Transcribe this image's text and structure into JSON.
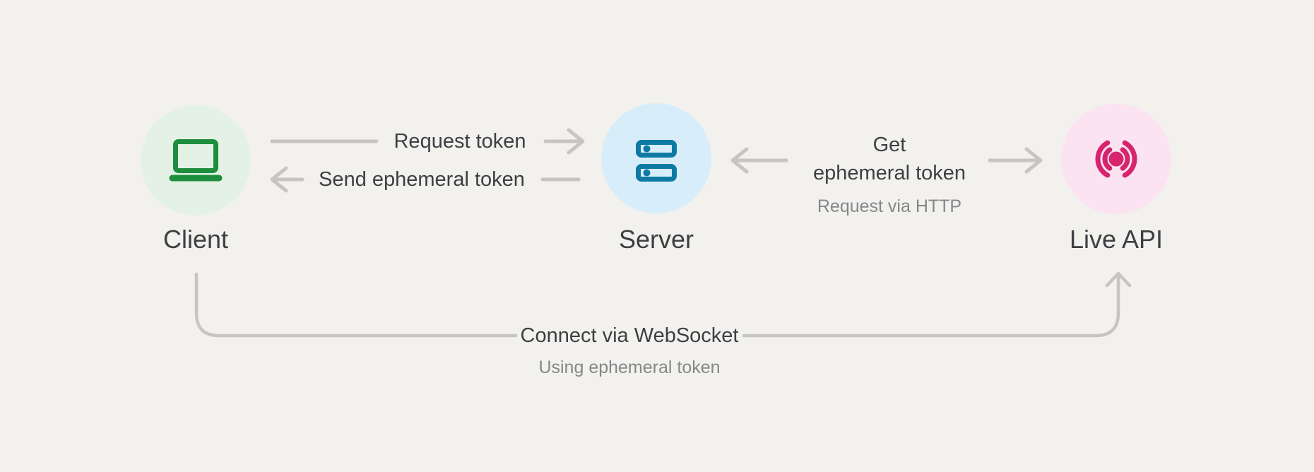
{
  "colors": {
    "background": "#f2f1ee",
    "line_gray": "#c6c5c2",
    "text_dark": "#3c4043",
    "text_gray": "#85878a",
    "client_circle_bg": "#e4f2e5",
    "client_icon": "#1e8e3e",
    "server_circle_bg": "#d8edfa",
    "server_icon": "#0e7aa3",
    "live_api_circle_bg": "#fce3f1",
    "live_api_icon": "#d6246e"
  },
  "nodes": {
    "client": {
      "label": "Client",
      "icon": "laptop-icon"
    },
    "server": {
      "label": "Server",
      "icon": "server-stack-icon"
    },
    "live_api": {
      "label": "Live API",
      "icon": "broadcast-icon"
    }
  },
  "edges": {
    "request_token": {
      "label": "Request token",
      "from": "Client",
      "to": "Server",
      "direction": "right"
    },
    "send_ephemeral_token": {
      "label": "Send ephemeral token",
      "from": "Server",
      "to": "Client",
      "direction": "left"
    },
    "get_ephemeral_token": {
      "label_line1": "Get",
      "label_line2": "ephemeral token",
      "sublabel": "Request via HTTP",
      "from": "Server",
      "to": "Live API",
      "direction": "both"
    },
    "connect_websocket": {
      "label": "Connect via WebSocket",
      "sublabel": "Using ephemeral token",
      "from": "Client",
      "to": "Live API",
      "direction": "up-into-live-api"
    }
  }
}
